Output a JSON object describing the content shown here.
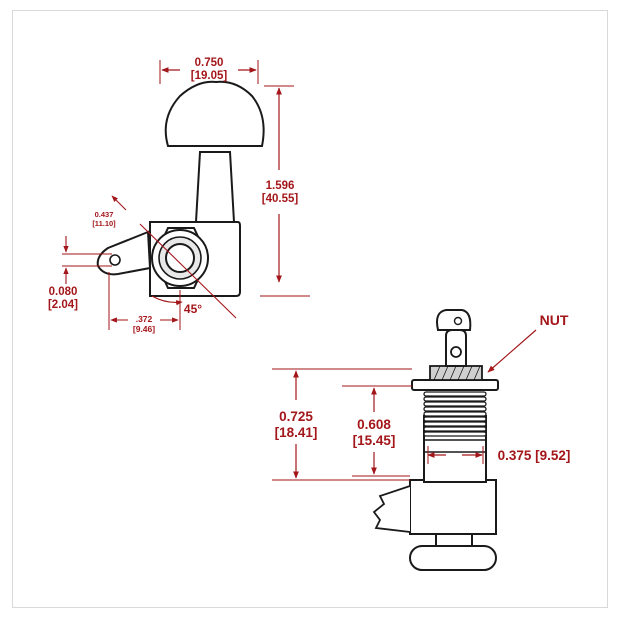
{
  "diagram": {
    "top_view": {
      "width_in": "0.750",
      "width_mm": "[19.05]",
      "height_in": "1.596",
      "height_mm": "[40.55]",
      "ear_radius_in": "0.437",
      "ear_radius_mm": "[11.10]",
      "hole_offset_in": "0.080",
      "hole_offset_mm": "[2.04]",
      "ear_length_in": ".372",
      "ear_length_mm": "[9.46]",
      "angle": "45°"
    },
    "side_view": {
      "nut_label": "NUT",
      "post_height_in": "0.725",
      "post_height_mm": "[18.41]",
      "thread_height_in": "0.608",
      "thread_height_mm": "[15.45]",
      "post_diameter": "0.375 [9.52]"
    },
    "colors": {
      "dimension": "#a3161a",
      "outline": "#1a1a1a"
    }
  }
}
